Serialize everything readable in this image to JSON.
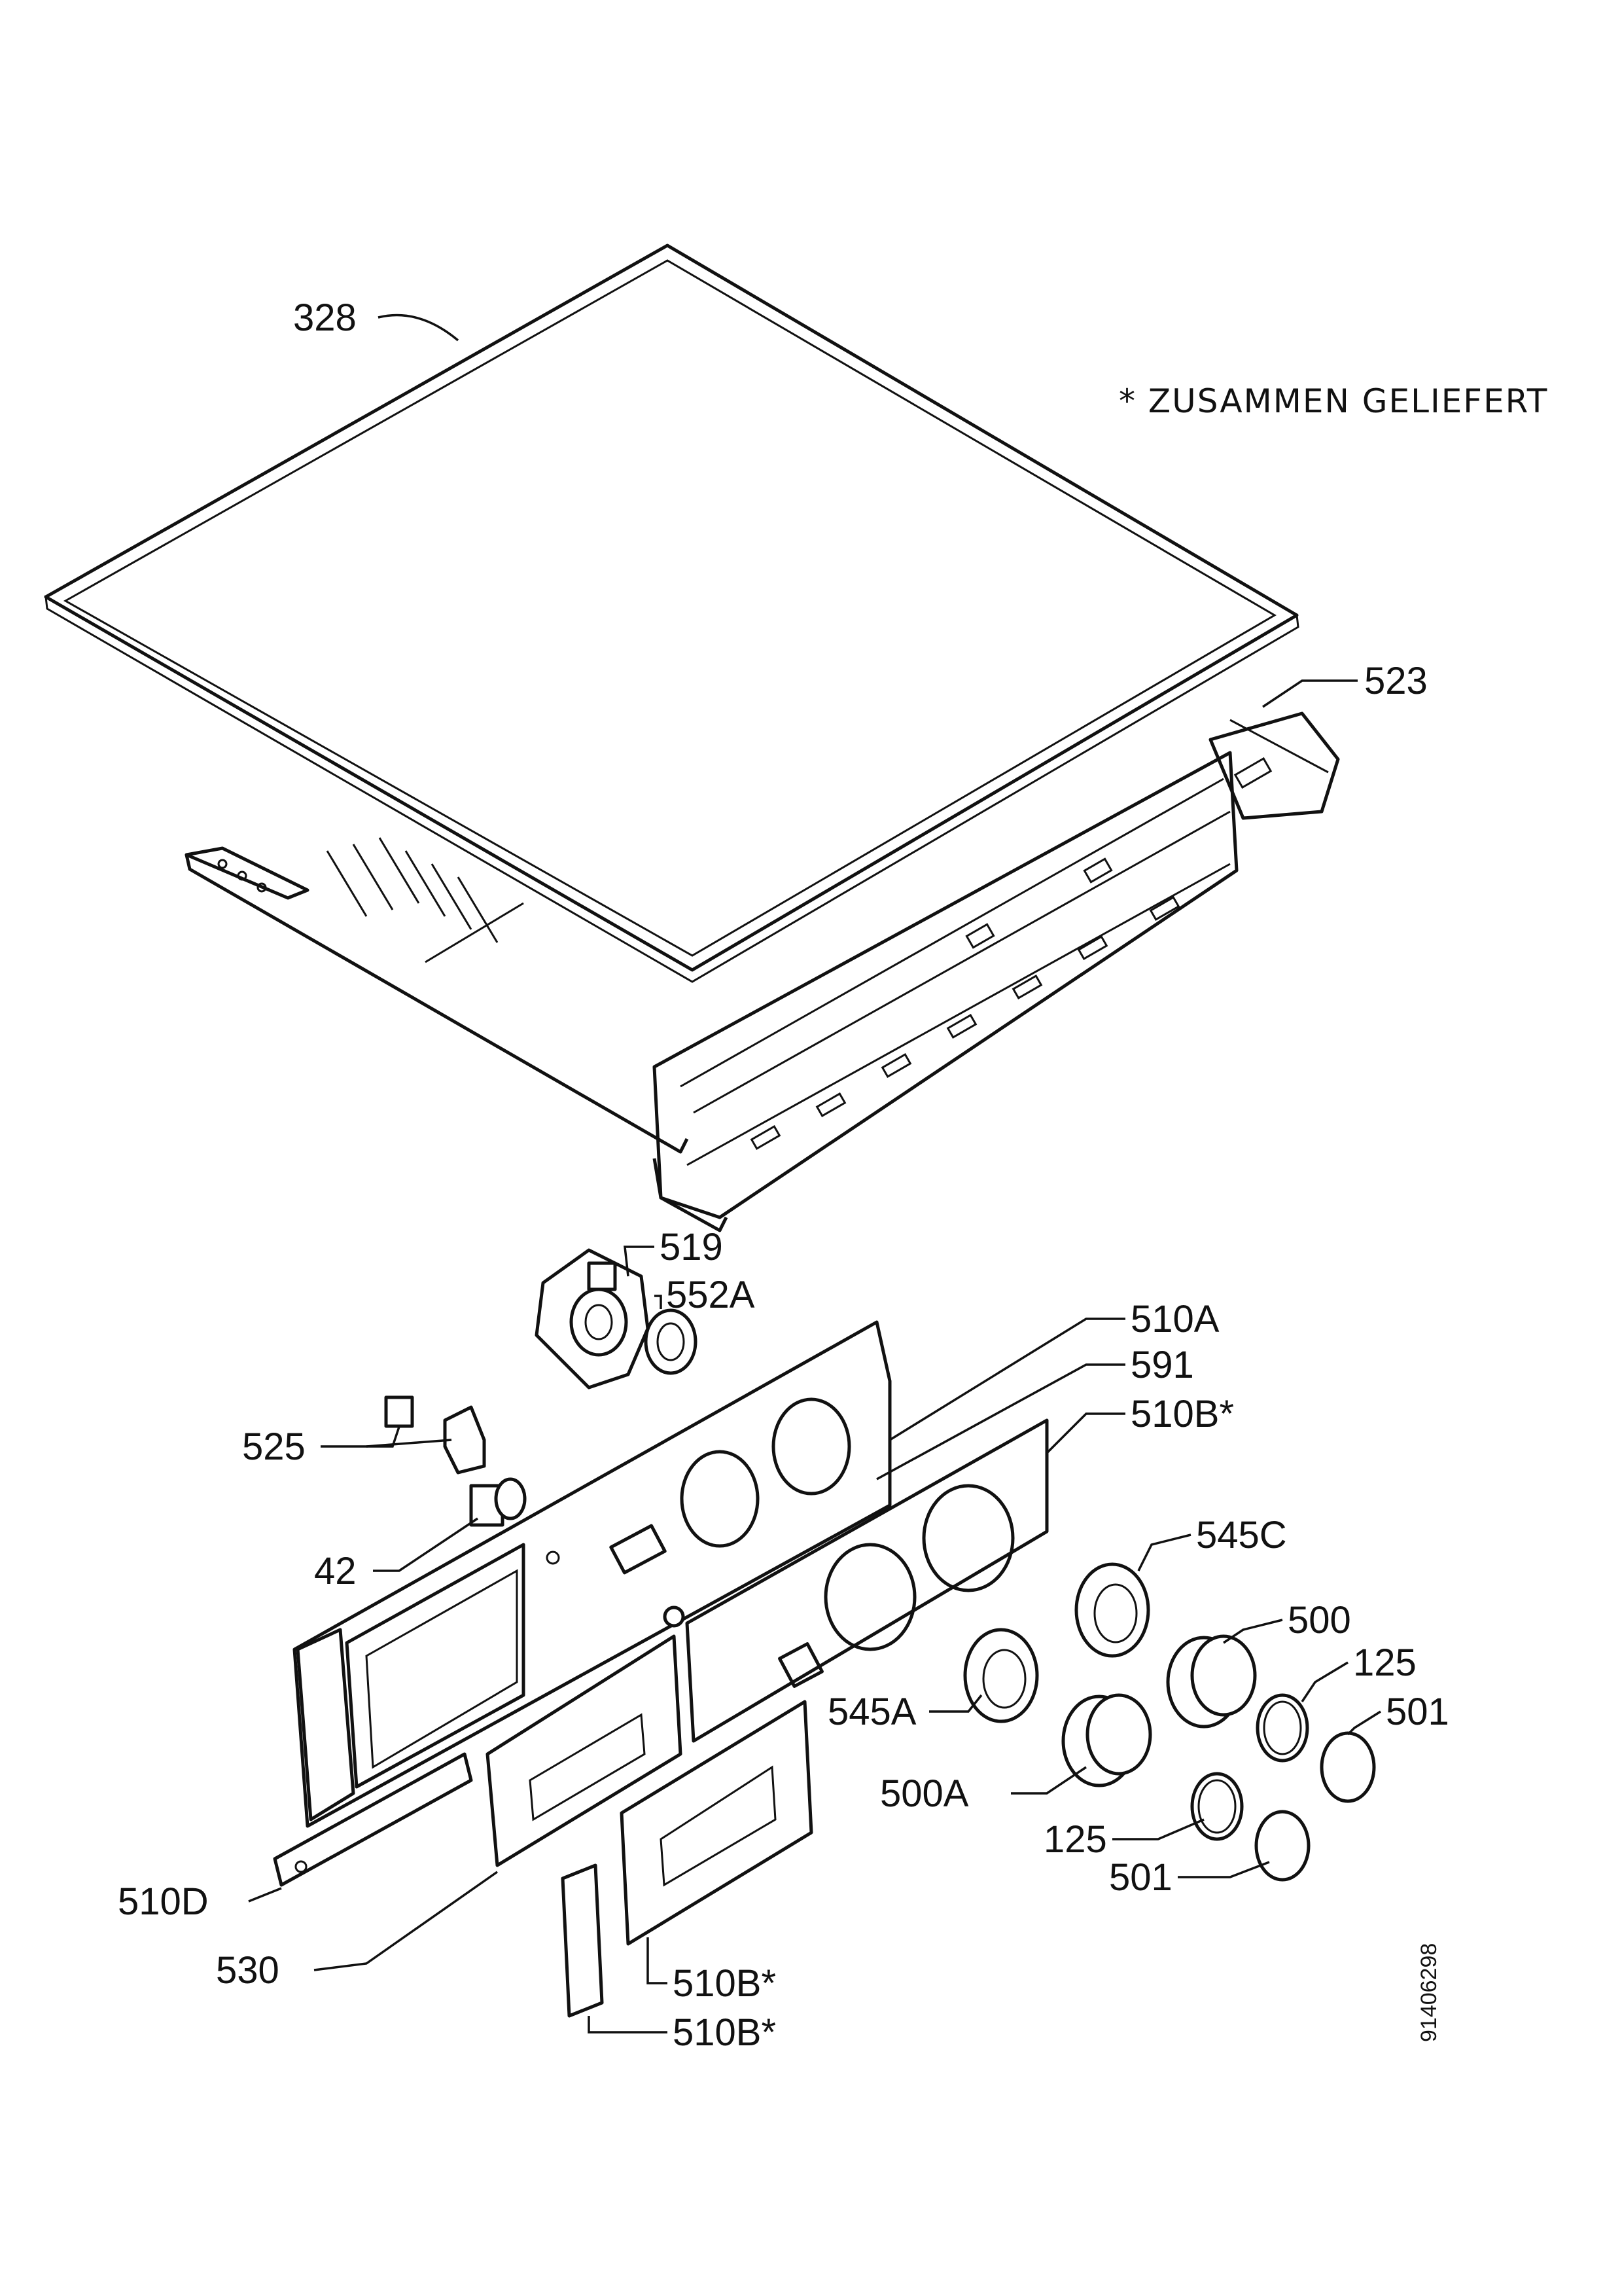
{
  "note": "* ZUSAMMEN GELIEFERT",
  "doc_number": "91406298",
  "callouts": {
    "c328": "328",
    "c523": "523",
    "c519": "519",
    "c552a": "552A",
    "c510a": "510A",
    "c591": "591",
    "c510b_top": "510B*",
    "c525": "525",
    "c42": "42",
    "c545c": "545C",
    "c500": "500",
    "c125_top": "125",
    "c545a": "545A",
    "c501_top": "501",
    "c500a": "500A",
    "c125_bottom": "125",
    "c501_bottom": "501",
    "c510d": "510D",
    "c530": "530",
    "c510b_mid": "510B*",
    "c510b_bottom": "510B*"
  }
}
